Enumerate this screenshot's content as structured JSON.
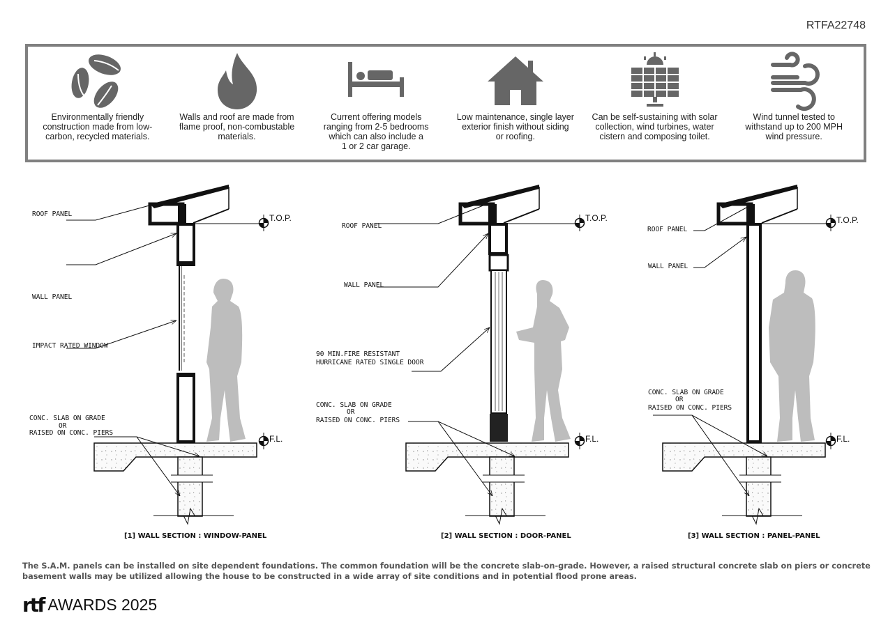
{
  "reference_code": "RTFA22748",
  "features": [
    {
      "icon": "recycle-leaves-icon",
      "text": "Environmentally friendly\nconstruction made from low-\ncarbon, recycled materials."
    },
    {
      "icon": "flame-icon",
      "text": "Walls and roof are made from\nflame proof, non-combustable\nmaterials."
    },
    {
      "icon": "bed-icon",
      "text": "Current offering models\nranging from 2-5 bedrooms\nwhich can also include a\n1 or 2 car garage."
    },
    {
      "icon": "house-icon",
      "text": "Low maintenance, single layer\nexterior finish without siding\nor roofing."
    },
    {
      "icon": "solar-panel-icon",
      "text": "Can be self-sustaining with solar\ncollection, wind turbines, water\ncistern and composing toilet."
    },
    {
      "icon": "wind-icon",
      "text": "Wind tunnel tested to\nwithstand up to 200 MPH\nwind pressure."
    }
  ],
  "markers": {
    "top": "T.O.P.",
    "floor": "F.L."
  },
  "sections": [
    {
      "caption": "[1] WALL SECTION : WINDOW-PANEL",
      "labels": {
        "roof": "ROOF PANEL",
        "wall": "WALL PANEL",
        "opening": "IMPACT RATED WINDOW",
        "slab1": "CONC. SLAB ON GRADE",
        "slab2": "OR",
        "slab3": "RAISED ON CONC. PIERS"
      }
    },
    {
      "caption": "[2] WALL SECTION : DOOR-PANEL",
      "labels": {
        "roof": "ROOF PANEL",
        "wall": "WALL PANEL",
        "opening1": "90 MIN.FIRE RESISTANT",
        "opening2": "HURRICANE RATED SINGLE DOOR",
        "slab1": "CONC. SLAB ON GRADE",
        "slab2": "OR",
        "slab3": "RAISED ON CONC. PIERS"
      }
    },
    {
      "caption": "[3] WALL SECTION : PANEL-PANEL",
      "labels": {
        "roof": "ROOF PANEL",
        "wall": "WALL PANEL",
        "slab1": "CONC. SLAB ON GRADE",
        "slab2": "OR",
        "slab3": "RAISED ON CONC. PIERS"
      }
    }
  ],
  "footer_text": "The S.A.M. panels can be installed on site dependent foundations. The common foundation will be the concrete slab-on-grade. However, a raised structural concrete slab on piers or concrete basement walls may be utilized allowing the house to be constructed in a wide array of site conditions and in potential flood prone areas.",
  "logo": {
    "mark": "rtf",
    "text": "AWARDS 2025"
  },
  "colors": {
    "icon": "#666666",
    "border": "#808080",
    "silhouette": "#bdbdbd"
  }
}
